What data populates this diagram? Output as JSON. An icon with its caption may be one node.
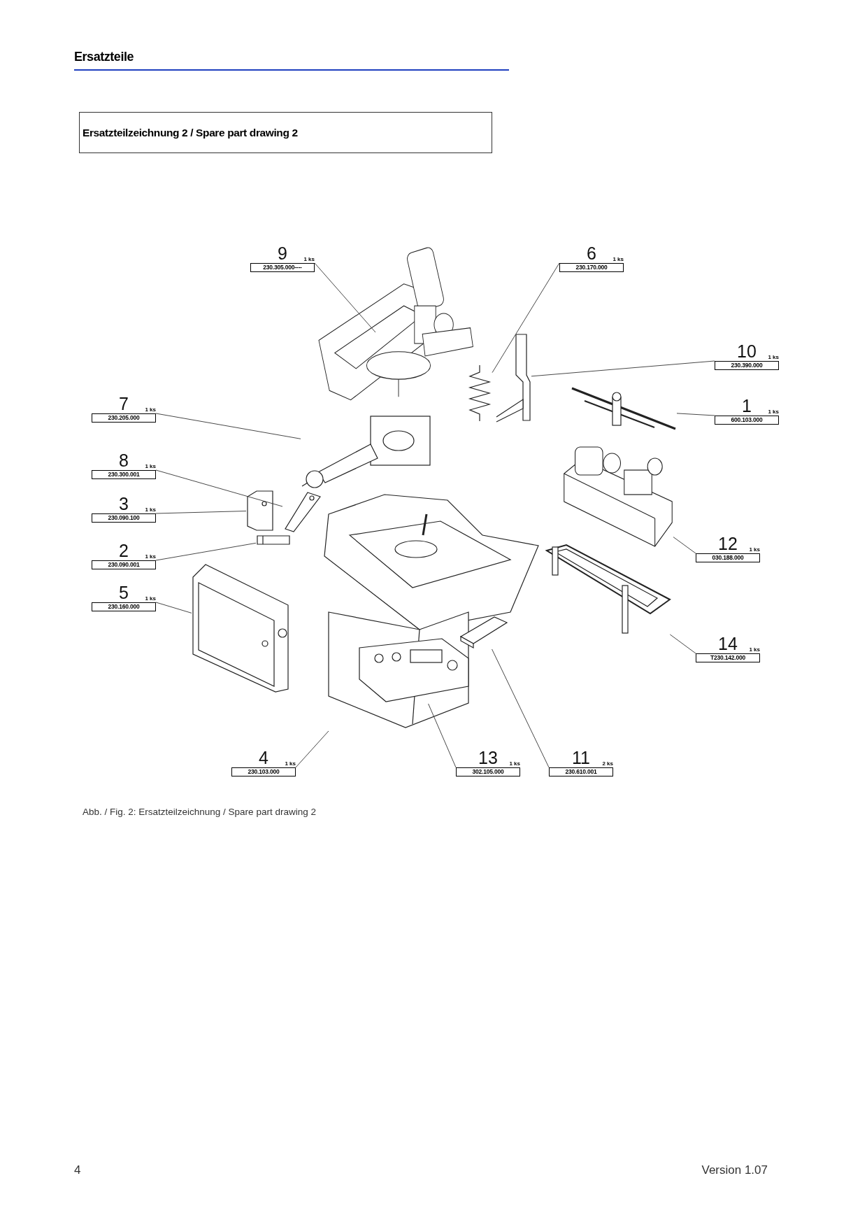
{
  "diagram": {
    "title": "Ersatzteilzeichnung 2 / Spare part drawing 2",
    "caption": "Abb. / Fig. 2: Ersatzteilzeichnung / Spare part drawing 2",
    "nodes": [
      {
        "text": [
          "9",
          "1 ks",
          "230.305.000----"
        ]
      },
      {
        "text": [
          "6",
          "1 ks",
          "230.170.000"
        ]
      },
      {
        "text": [
          "10",
          "1 ks",
          "230.390.000"
        ]
      },
      {
        "text": [
          "1",
          "1 ks",
          "600.103.000"
        ]
      },
      {
        "text": [
          "7",
          "1 ks",
          "230.205.000"
        ]
      },
      {
        "text": [
          "8",
          "1 ks",
          "230.300.001"
        ]
      },
      {
        "text": [
          "3",
          "1 ks",
          "230.090.100"
        ]
      },
      {
        "text": [
          "2",
          "1 ks",
          "230.090.001"
        ]
      },
      {
        "text": [
          "5",
          "1 ks",
          "230.160.000"
        ]
      },
      {
        "text": [
          "12",
          "1 ks",
          "030.188.000"
        ]
      },
      {
        "text": [
          "14",
          "1 ks",
          "T230.142.000"
        ]
      },
      {
        "text": [
          "4",
          "1 ks",
          "230.103.000"
        ]
      },
      {
        "text": [
          "13",
          "1 ks",
          "302.105.000"
        ]
      },
      {
        "text": [
          "11",
          "2 ks",
          "230.610.001"
        ]
      },
      {
        "text": [],
        "shape": "picture"
      },
      {
        "text": [],
        "shape": "picture"
      },
      {
        "text": [],
        "shape": "picture"
      },
      {
        "text": [],
        "shape": "picture"
      },
      {
        "text": [],
        "shape": "picture"
      },
      {
        "text": [],
        "shape": "picture"
      },
      {
        "text": [],
        "shape": "picture"
      },
      {
        "text": [],
        "shape": "picture"
      },
      {
        "text": [],
        "shape": "picture"
      },
      {
        "text": [],
        "shape": "picture"
      },
      {
        "text": [],
        "shape": "picture"
      },
      {
        "text": [],
        "shape": "picture"
      },
      {
        "text": [],
        "shape": "picture"
      },
      {
        "text": [],
        "shape": "picture"
      }
    ],
    "edges": [
      {
        "from": 0,
        "to": 14,
        "arrow": "none"
      },
      {
        "from": 1,
        "to": 15,
        "arrow": "none"
      },
      {
        "from": 2,
        "to": 16,
        "arrow": "none"
      },
      {
        "from": 3,
        "to": 17,
        "arrow": "none"
      },
      {
        "from": 4,
        "to": 18,
        "arrow": "none"
      },
      {
        "from": 5,
        "to": 19,
        "arrow": "none"
      },
      {
        "from": 6,
        "to": 20,
        "arrow": "none"
      },
      {
        "from": 7,
        "to": 21,
        "arrow": "none"
      },
      {
        "from": 8,
        "to": 22,
        "arrow": "none"
      },
      {
        "from": 9,
        "to": 23,
        "arrow": "none"
      },
      {
        "from": 10,
        "to": 24,
        "arrow": "none"
      },
      {
        "from": 11,
        "to": 25,
        "arrow": "none"
      },
      {
        "from": 12,
        "to": 26,
        "arrow": "none"
      },
      {
        "from": 13,
        "to": 27,
        "arrow": "none"
      }
    ],
    "labels": [
      "Ersatzteile",
      "4",
      "Version 1.07"
    ]
  }
}
